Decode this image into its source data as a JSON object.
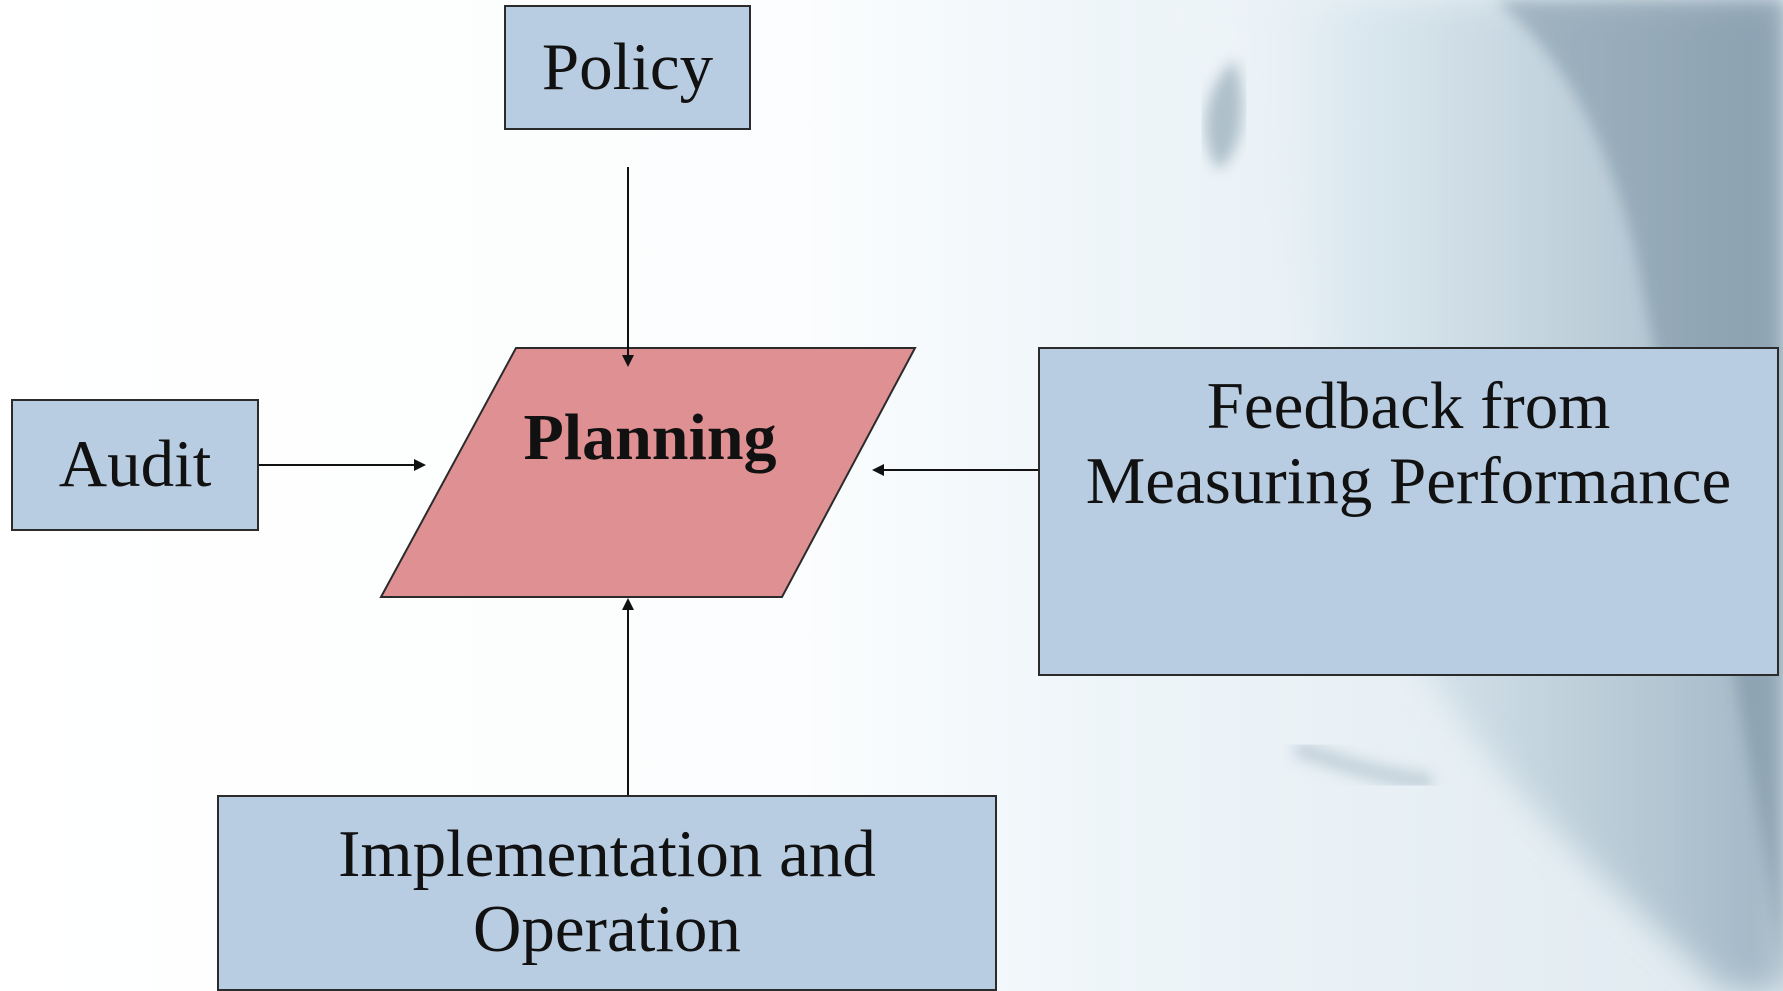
{
  "diagram": {
    "nodes": {
      "policy": {
        "label": "Policy"
      },
      "audit": {
        "label": "Audit"
      },
      "planning": {
        "label": "Planning"
      },
      "feedback": {
        "label": "Feedback from\nMeasuring Performance"
      },
      "implementation": {
        "label": "Implementation and\nOperation"
      }
    },
    "edges": [
      {
        "from": "policy",
        "to": "planning"
      },
      {
        "from": "audit",
        "to": "planning"
      },
      {
        "from": "feedback",
        "to": "planning"
      },
      {
        "from": "implementation",
        "to": "planning"
      }
    ]
  },
  "colors": {
    "box_fill": "#b9cde2",
    "planning_fill": "#df9092",
    "border": "#2b2b2b",
    "text": "#111111"
  }
}
